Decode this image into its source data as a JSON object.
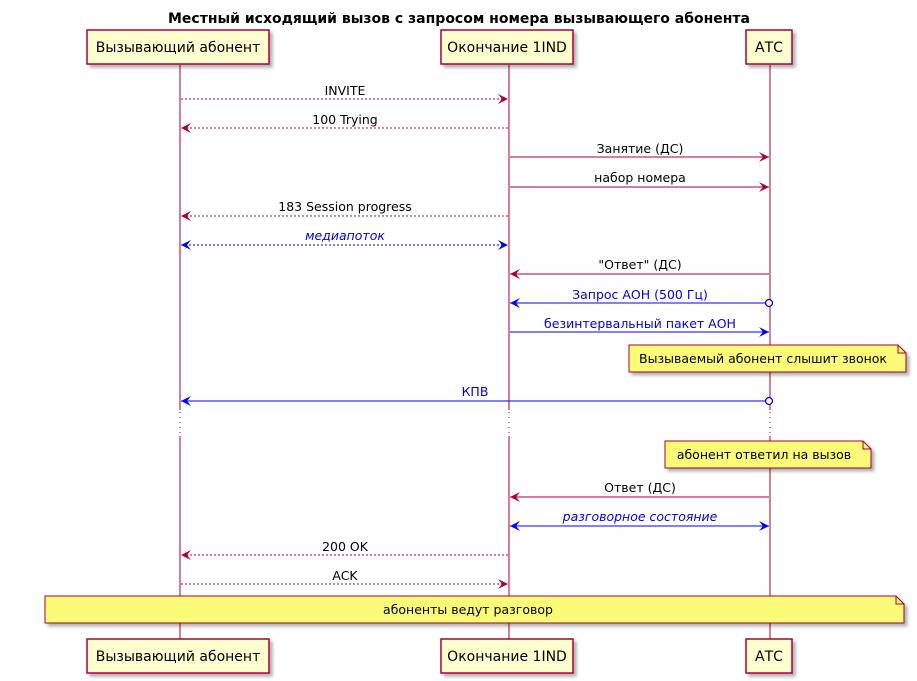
{
  "title": "Местный исходящий вызов с запросом номера вызывающего абонента",
  "participants": [
    {
      "id": "caller",
      "label": "Вызывающий абонент"
    },
    {
      "id": "ind",
      "label": "Окончание 1IND"
    },
    {
      "id": "atc",
      "label": "АТС"
    }
  ],
  "colors": {
    "lifeline": "#A80036",
    "box_fill": "#FEFECE",
    "box_stroke": "#A80036",
    "note_fill": "#FBFB77",
    "note_stroke": "#A80036",
    "blue": "#0000FF",
    "blue_text": "#0000E0"
  },
  "messages": [
    {
      "from": "caller",
      "to": "ind",
      "label": "INVITE",
      "style": "dashed",
      "color": "red"
    },
    {
      "from": "ind",
      "to": "caller",
      "label": "100 Trying",
      "style": "dashed",
      "color": "red"
    },
    {
      "from": "ind",
      "to": "atc",
      "label": "Занятие (ДС)",
      "style": "solid",
      "color": "red"
    },
    {
      "from": "ind",
      "to": "atc",
      "label": "набор номера",
      "style": "solid",
      "color": "red"
    },
    {
      "from": "ind",
      "to": "caller",
      "label": "183 Session progress",
      "style": "dashed",
      "color": "red"
    },
    {
      "from": "caller",
      "to": "ind",
      "label": "медиапоток",
      "style": "dashed",
      "color": "blue",
      "bidir": true,
      "italic": true
    },
    {
      "from": "atc",
      "to": "ind",
      "label": "\"Ответ\" (ДС)",
      "style": "solid",
      "color": "red"
    },
    {
      "from": "atc",
      "to": "ind",
      "label": "Запрос АОН (500 Гц)",
      "style": "solid",
      "color": "blue",
      "circle": true
    },
    {
      "from": "ind",
      "to": "atc",
      "label": "безинтервальный пакет АОН",
      "style": "solid",
      "color": "blue"
    },
    {
      "from": "atc",
      "to": "caller",
      "label": "КПВ",
      "style": "solid",
      "color": "blue",
      "circle": true
    },
    {
      "from": "atc",
      "to": "ind",
      "label": "Ответ (ДС)",
      "style": "solid",
      "color": "red"
    },
    {
      "from": "ind",
      "to": "atc",
      "label": "разговорное состояние",
      "style": "solid",
      "color": "blue",
      "bidir": true,
      "italic": true
    },
    {
      "from": "ind",
      "to": "caller",
      "label": "200 OK",
      "style": "dashed",
      "color": "red"
    },
    {
      "from": "caller",
      "to": "ind",
      "label": "ACK",
      "style": "dashed",
      "color": "red"
    }
  ],
  "notes": [
    {
      "label": "Вызываемый абонент слышит звонок"
    },
    {
      "label": "абонент ответил на вызов"
    },
    {
      "label": "абоненты ведут разговор"
    }
  ]
}
